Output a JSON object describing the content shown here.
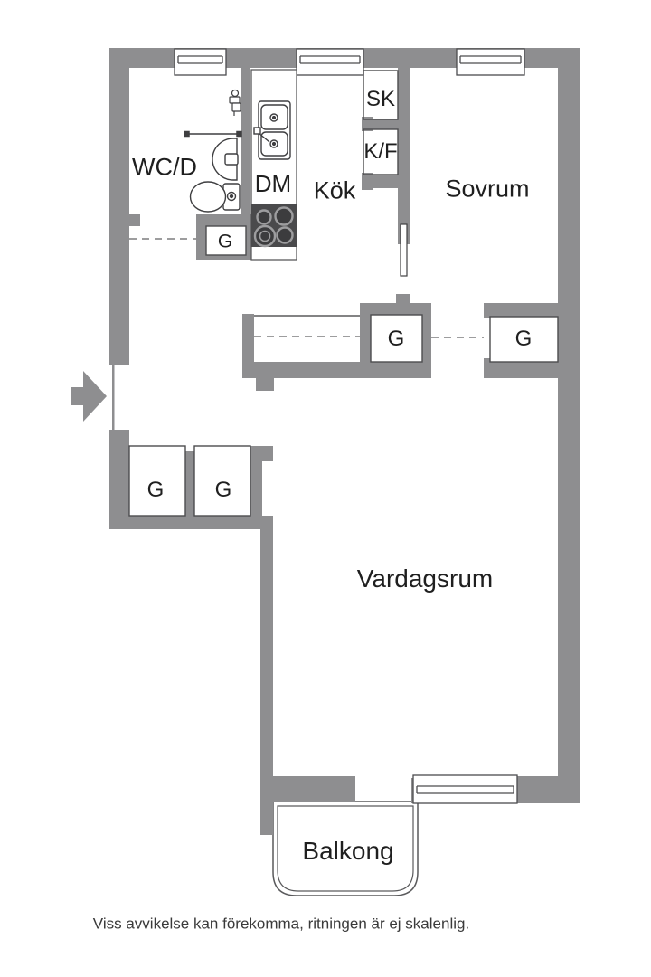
{
  "meta": {
    "kind": "apartment-floor-plan",
    "language": "sv"
  },
  "rooms": {
    "wc": "WC/D",
    "kitchen": "Kök",
    "bedroom": "Sovrum",
    "living_room": "Vardagsrum",
    "balcony": "Balkong"
  },
  "fixtures": {
    "dishwasher": "DM",
    "cleaning_closet": "SK",
    "fridge_freezer": "K/F",
    "wardrobe": "G"
  },
  "footer": {
    "disclaimer": "Viss avvikelse kan förekomma, ritningen är ej skalenlig."
  },
  "colors": {
    "wall": "#8e8e90",
    "outline": "#4c4c4e",
    "text": "#1f1f1f",
    "stove": "#4a4a4c",
    "background": "#ffffff"
  },
  "icons": [
    "entry-arrow-icon",
    "window-icon",
    "sliding-door-icon",
    "toilet-icon",
    "washbasin-icon",
    "shower-mixer-icon",
    "shower-rail-icon",
    "kitchen-sink-icon",
    "stove-icon",
    "balcony-railing-icon"
  ]
}
